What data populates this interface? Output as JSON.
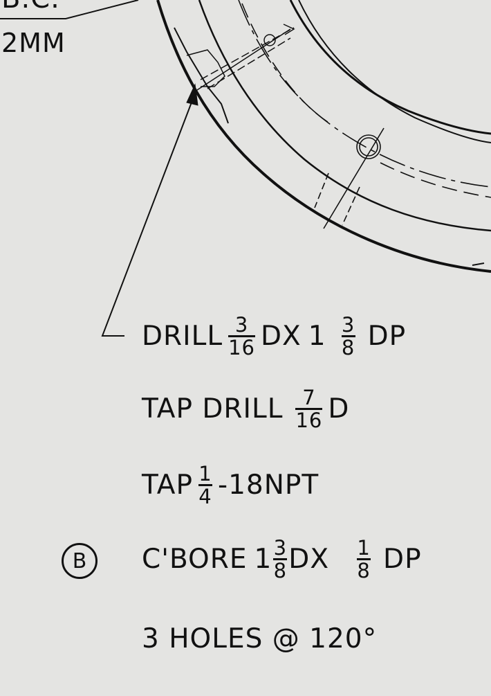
{
  "bolt_circle_label": "B.C.",
  "bolt_circle_value": "2MM",
  "notes": {
    "drill": {
      "label": "DRILL",
      "dia_num": "3",
      "dia_den": "16",
      "mid": "DX",
      "depth_whole": "1",
      "depth_num": "3",
      "depth_den": "8",
      "suffix": "DP"
    },
    "tap_drill": {
      "label": "TAP DRILL",
      "dia_num": "7",
      "dia_den": "16",
      "suffix": "D"
    },
    "tap": {
      "label": "TAP",
      "size_num": "1",
      "size_den": "4",
      "suffix": "-18NPT"
    },
    "cbore": {
      "callout": "B",
      "label": "C'BORE",
      "dia_whole": "1",
      "dia_num": "3",
      "dia_den": "8",
      "mid": "DX",
      "depth_num": "1",
      "depth_den": "8",
      "suffix": "DP"
    },
    "holes": {
      "text": "3 HOLES @ 120°"
    }
  }
}
